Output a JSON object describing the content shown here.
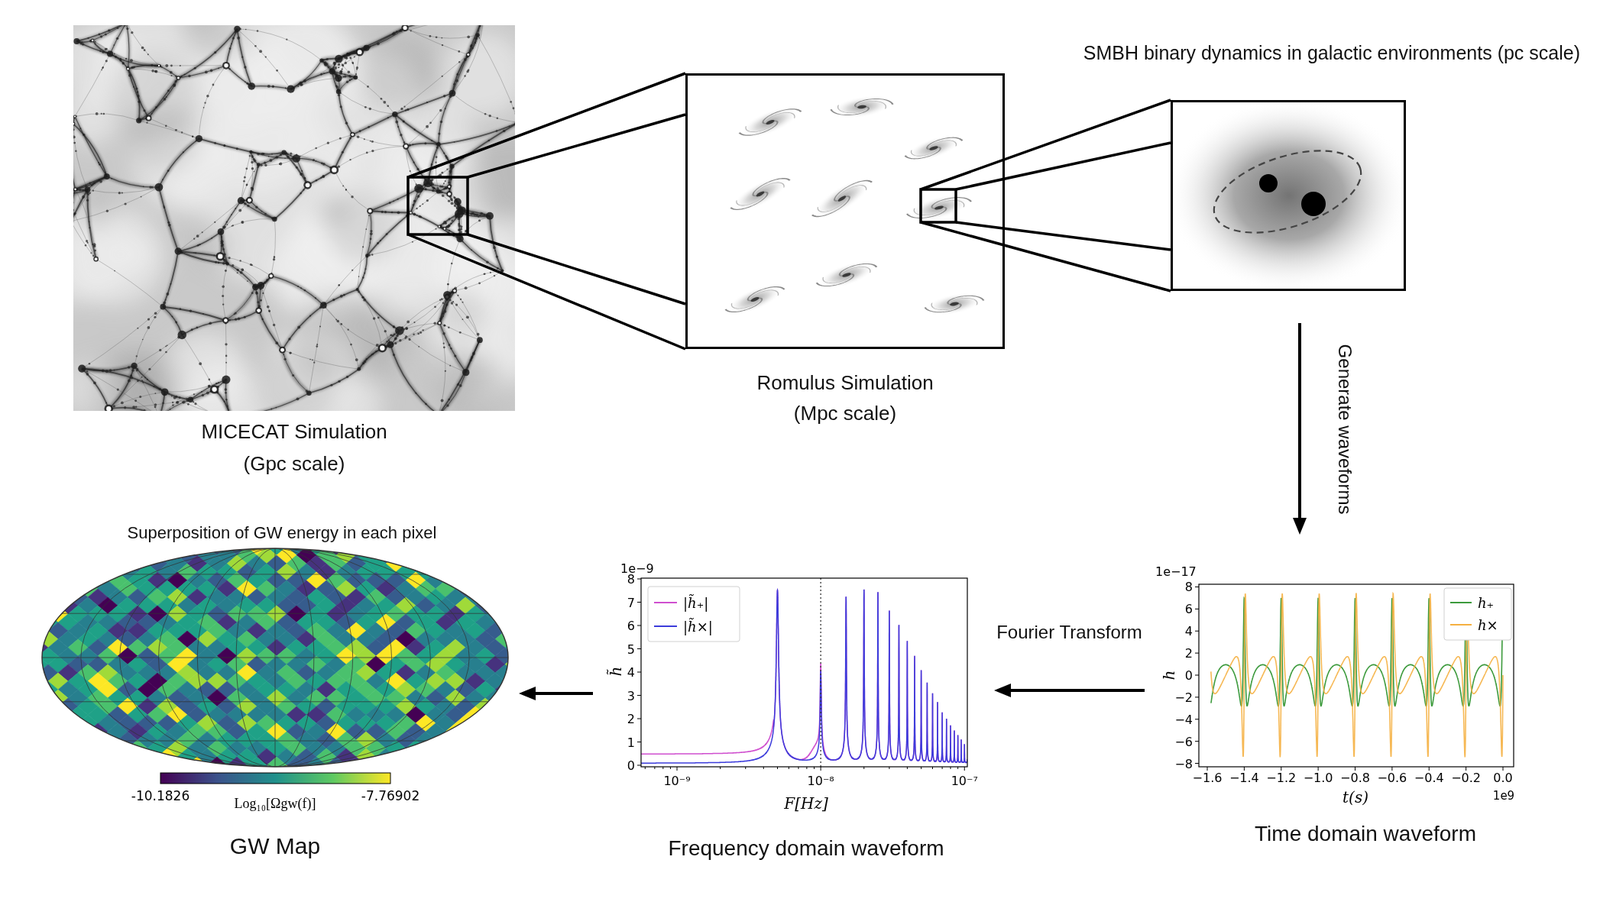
{
  "diagram": {
    "nodes": [
      {
        "text": [
          "MICECAT Simulation (Gpc scale)"
        ]
      },
      {
        "text": [
          "Romulus Simulation (Mpc scale)"
        ]
      },
      {
        "text": [
          "SMBH binary dynamics in galactic environments (pc scale)"
        ]
      },
      {
        "text": [
          "Time domain waveform"
        ]
      },
      {
        "text": [
          "Frequency domain waveform"
        ]
      },
      {
        "text": [
          "Superposition of GW energy in each pixel",
          "GW Map"
        ]
      }
    ],
    "edges": [
      {
        "from": 0,
        "to": 1,
        "arrow": "none"
      },
      {
        "from": 1,
        "to": 2,
        "arrow": "none"
      },
      {
        "from": 2,
        "to": 3,
        "arrow": "to",
        "label": "Generate waveforms"
      },
      {
        "from": 3,
        "to": 4,
        "arrow": "to",
        "label": "Fourier Transform"
      },
      {
        "from": 4,
        "to": 5,
        "arrow": "to"
      }
    ],
    "labels": [
      "1e−17",
      "8",
      "6",
      "4",
      "2",
      "0",
      "−2",
      "−4",
      "−6",
      "−8",
      "−1.6",
      "−1.4",
      "−1.2",
      "−1.0",
      "−0.8",
      "−0.6",
      "−0.4",
      "−0.2",
      "0.0",
      "1e9",
      "t(s)",
      "h",
      "1e−9",
      "8",
      "7",
      "6",
      "5",
      "4",
      "3",
      "2",
      "1",
      "0",
      "10⁻⁹",
      "10⁻⁸",
      "10⁻⁷",
      "F[Hz]",
      "h̃",
      "-10.1826",
      "Log₁₀[Ωgw(f)]",
      "-7.76902"
    ],
    "legend": [
      {
        "text": "h₊"
      },
      {
        "text": "h×"
      },
      {
        "text": "|h̃₊|"
      },
      {
        "text": "|h̃×|"
      }
    ]
  }
}
